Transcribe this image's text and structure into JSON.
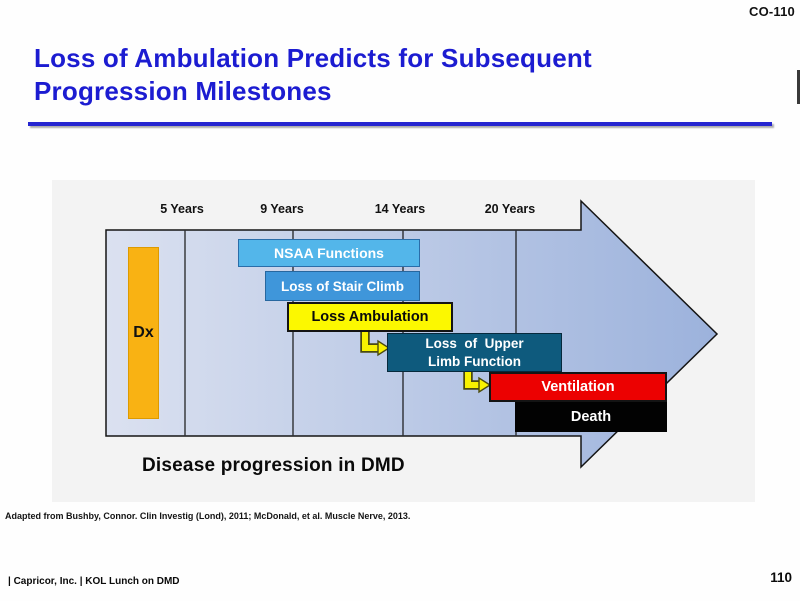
{
  "slide": {
    "code": "CO-110",
    "title_line1": "Loss of Ambulation Predicts for Subsequent",
    "title_line2": "Progression Milestones",
    "title_color": "#1c1cd1",
    "citation": "Adapted from Bushby, Connor. Clin Investig (Lond), 2011; McDonald, et al. Muscle Nerve, 2013.",
    "footer": "| Capricor, Inc. | KOL Lunch on DMD",
    "page_number": "110"
  },
  "diagram": {
    "caption": "Disease progression in DMD",
    "year_labels": [
      "5 Years",
      "9 Years",
      "14 Years",
      "20 Years"
    ],
    "arrow": {
      "shape": "right-block-arrow",
      "gradient_start": "#dbe1f0",
      "gradient_end": "#9cb2dc",
      "outline": "#141414"
    },
    "connector": {
      "shape": "elbow-arrow",
      "fill": "#f8f200",
      "outline": "#4a4a10"
    },
    "milestones": [
      {
        "label": "Dx",
        "fill": "#f9b213"
      },
      {
        "label": "NSAA Functions",
        "fill": "#53b6ea"
      },
      {
        "label": "Loss of Stair Climb",
        "fill": "#3f96da"
      },
      {
        "label": "Loss Ambulation",
        "fill": "#fcf800"
      },
      {
        "label_line1": "Loss  of  Upper",
        "label_line2": "Limb Function",
        "fill": "#0e5a7d"
      },
      {
        "label": "Ventilation",
        "fill": "#ec0101"
      },
      {
        "label": "Death",
        "fill": "#020202"
      }
    ]
  }
}
